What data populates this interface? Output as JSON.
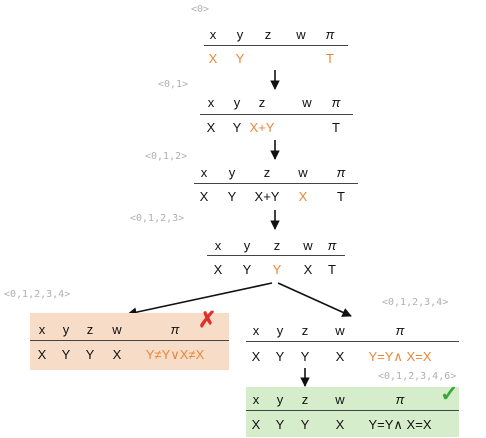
{
  "paths": {
    "p0": "<0>",
    "p1": "<0,1>",
    "p2": "<0,1,2>",
    "p3": "<0,1,2,3>",
    "p4_left": "<0,1,2,3,4>",
    "p4_right": "<0,1,2,3,4>",
    "p6": "<0,1,2,3,4,6>"
  },
  "headers": {
    "x": "x",
    "y": "y",
    "z": "z",
    "w": "w",
    "pi": "π"
  },
  "colors": {
    "orange": "#e8873a",
    "fail_box": "#f7dcc8",
    "success_box": "#d6edcb",
    "fail_mark": "#e0302a",
    "success_mark": "#3aa838"
  },
  "icons": {
    "fail": "cross-mark-icon",
    "success": "check-mark-icon"
  },
  "tables": {
    "t0": {
      "x": "X",
      "y": "Y",
      "z": "",
      "w": "",
      "pi": "T"
    },
    "t1": {
      "x": "X",
      "y": "Y",
      "z": "X+Y",
      "w": "",
      "pi": "T"
    },
    "t2": {
      "x": "X",
      "y": "Y",
      "z": "X+Y",
      "w": "X",
      "pi": "T"
    },
    "t3": {
      "x": "X",
      "y": "Y",
      "z": "Y",
      "w": "X",
      "pi": "T"
    },
    "t4_fail": {
      "x": "X",
      "y": "Y",
      "z": "Y",
      "w": "X",
      "pi": "Y≠Y∨X≠X"
    },
    "t4_right": {
      "x": "X",
      "y": "Y",
      "z": "Y",
      "w": "X",
      "pi": "Y=Y∧ X=X"
    },
    "t6_success": {
      "x": "X",
      "y": "Y",
      "z": "Y",
      "w": "X",
      "pi": "Y=Y∧ X=X"
    }
  },
  "marks": {
    "fail": "✗",
    "success": "✓"
  }
}
